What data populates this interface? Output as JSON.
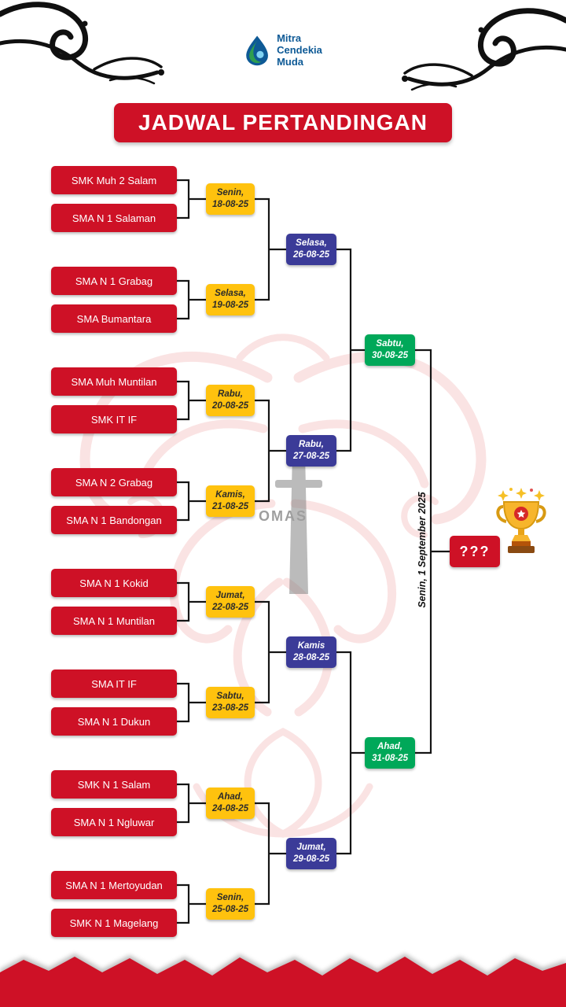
{
  "header": {
    "logo_lines": [
      "Mitra",
      "Cendekia",
      "Muda"
    ],
    "title": "JADWAL PERTANDINGAN"
  },
  "bracket": {
    "round1": [
      {
        "team1": "SMK Muh 2 Salam",
        "team2": "SMA N 1 Salaman",
        "day": "Senin,",
        "date": "18-08-25"
      },
      {
        "team1": "SMA N 1 Grabag",
        "team2": "SMA Bumantara",
        "day": "Selasa,",
        "date": "19-08-25"
      },
      {
        "team1": "SMA Muh Muntilan",
        "team2": "SMK IT IF",
        "day": "Rabu,",
        "date": "20-08-25"
      },
      {
        "team1": "SMA N 2 Grabag",
        "team2": "SMA N 1 Bandongan",
        "day": "Kamis,",
        "date": "21-08-25"
      },
      {
        "team1": "SMA N 1 Kokid",
        "team2": "SMA N 1 Muntilan",
        "day": "Jumat,",
        "date": "22-08-25"
      },
      {
        "team1": "SMA IT IF",
        "team2": "SMA N 1 Dukun",
        "day": "Sabtu,",
        "date": "23-08-25"
      },
      {
        "team1": "SMK N 1 Salam",
        "team2": "SMA N 1 Ngluwar",
        "day": "Ahad,",
        "date": "24-08-25"
      },
      {
        "team1": "SMA N 1 Mertoyudan",
        "team2": "SMK N 1 Magelang",
        "day": "Senin,",
        "date": "25-08-25"
      }
    ],
    "round2": [
      {
        "day": "Selasa,",
        "date": "26-08-25"
      },
      {
        "day": "Rabu,",
        "date": "27-08-25"
      },
      {
        "day": "Kamis",
        "date": "28-08-25"
      },
      {
        "day": "Jumat,",
        "date": "29-08-25"
      }
    ],
    "semifinals": [
      {
        "day": "Sabtu,",
        "date": "30-08-25"
      },
      {
        "day": "Ahad,",
        "date": "31-08-25"
      }
    ],
    "final": {
      "label": "???",
      "date": "Senin, 1 September 2025"
    }
  },
  "watermark": {
    "text": "OMAS"
  },
  "colors": {
    "red": "#ce1126",
    "yellow": "#ffc20e",
    "blue": "#3b3b98",
    "green": "#00a859",
    "line": "#151515",
    "logo_blue": "#0e5a96",
    "logo_green": "#2f9e4f"
  }
}
